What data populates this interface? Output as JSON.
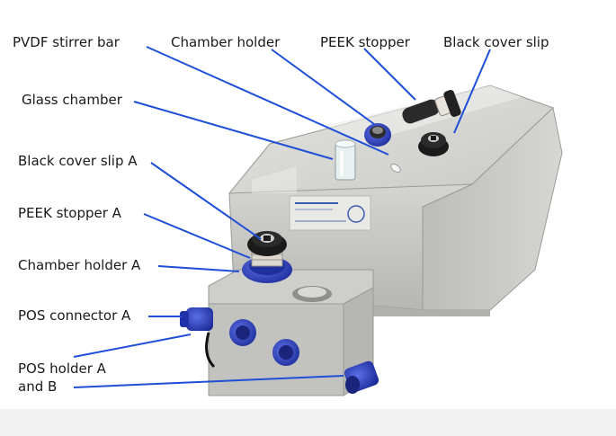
{
  "labels": {
    "pvdf_stirrer_bar": "PVDF stirrer bar",
    "chamber_holder": "Chamber holder",
    "peek_stopper": "PEEK stopper",
    "black_cover_slip": "Black cover slip",
    "glass_chamber": "Glass chamber",
    "black_cover_slip_a": "Black cover slip A",
    "peek_stopper_a": "PEEK stopper A",
    "chamber_holder_a": "Chamber holder A",
    "pos_connector_a": "POS connector A",
    "pos_holder_a_line1": "POS holder A",
    "pos_holder_a_line2": "and B"
  },
  "colors": {
    "leader_line": "#1f4fd6",
    "steel_light": "#d9d9d6",
    "steel_mid": "#c4c4c0",
    "steel_dark": "#a9a9a5",
    "port_blue": "#2a3fc4",
    "knob_black": "#1b1b1b"
  }
}
